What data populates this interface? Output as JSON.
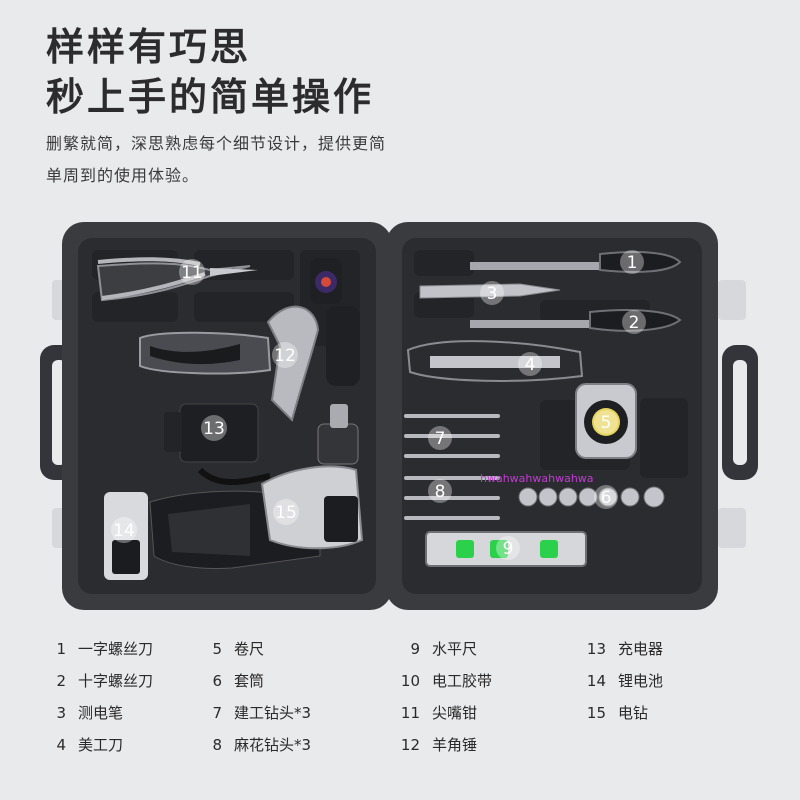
{
  "headline": {
    "line1": "样样有巧思",
    "line2": "秒上手的简单操作"
  },
  "description": {
    "line1": "删繁就简，深思熟虑每个细节设计，提供更简",
    "line2": "单周到的使用体验。"
  },
  "case_markers": {
    "m1": "1",
    "m2": "2",
    "m3": "3",
    "m4": "4",
    "m5": "5",
    "m6": "6",
    "m7": "7",
    "m8": "8",
    "m9": "9",
    "m11": "11",
    "m12": "12",
    "m13": "13",
    "m14": "14",
    "m15": "15"
  },
  "watermark": "hwahwahwahwahwa",
  "legend": {
    "items": [
      {
        "num": "1",
        "label": "一字螺丝刀"
      },
      {
        "num": "2",
        "label": "十字螺丝刀"
      },
      {
        "num": "3",
        "label": "测电笔"
      },
      {
        "num": "4",
        "label": "美工刀"
      },
      {
        "num": "5",
        "label": "卷尺"
      },
      {
        "num": "6",
        "label": "套筒"
      },
      {
        "num": "7",
        "label": "建工钻头*3"
      },
      {
        "num": "8",
        "label": "麻花钻头*3"
      },
      {
        "num": "9",
        "label": "水平尺"
      },
      {
        "num": "10",
        "label": "电工胶带"
      },
      {
        "num": "11",
        "label": "尖嘴钳"
      },
      {
        "num": "12",
        "label": "羊角锤"
      },
      {
        "num": "13",
        "label": "充电器"
      },
      {
        "num": "14",
        "label": "锂电池"
      },
      {
        "num": "15",
        "label": "电钻"
      }
    ]
  },
  "colors": {
    "background": "#e9eaec",
    "case_shell": "#3a3b3e",
    "case_tray": "#2b2c2f",
    "marker_fill": "#ffffff",
    "level_bubble": "#2bd14b"
  }
}
